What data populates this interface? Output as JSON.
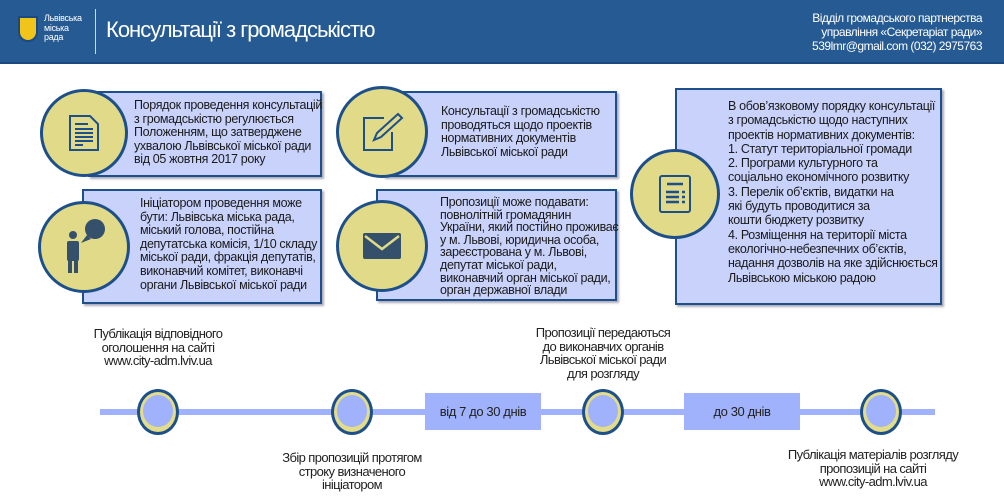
{
  "header": {
    "logo_text": [
      "Львівська",
      "міська",
      "рада"
    ],
    "title": "Консультації з громадськістю",
    "contact": [
      "Відділ громадського партнерства",
      "управління «Секретаріат ради»",
      "539lmr@gmail.com (032) 2975763"
    ]
  },
  "cards": [
    {
      "icon": "document-icon",
      "lines": [
        "Порядок проведення консультацій",
        "з громадськістю регулюється",
        "Положенням, що затверджене",
        "ухвалою Львівської міської ради",
        "від 05 жовтня 2017 року"
      ]
    },
    {
      "icon": "person-speech-icon",
      "lines": [
        "Ініціатором проведення може",
        "бути: Львівська міська рада,",
        "міський голова, постійна",
        "депутатська комісія, 1/10 складу",
        "міської ради, фракція депутатів,",
        "виконавчий комітет, виконавчі",
        "органи Львівської міської ради"
      ]
    },
    {
      "icon": "edit-icon",
      "lines": [
        "Консультації з громадськістю",
        "проводяться щодо проектів",
        "нормативних документів",
        "Львівської міської ради"
      ]
    },
    {
      "icon": "envelope-icon",
      "lines": [
        "Пропозиції може подавати:",
        "повнолітній громадянин",
        "України, який постійно проживає",
        "у м. Львові, юридична особа,",
        "зареєстрована у м. Львові,",
        "депутат міської ради,",
        "виконавчий орган міської ради,",
        "орган державної влади"
      ]
    },
    {
      "icon": "list-icon",
      "lines": [
        "В обов’язковому порядку консультації",
        "з громадськістю щодо наступних",
        "проектів нормативних документів:",
        "1. Статут територіальної громади",
        "2. Програми культурного та",
        " соціально економічного розвитку",
        "3. Перелік об’єктів, видатки на",
        "які будуть проводитися за",
        "кошти бюджету розвитку",
        "4. Розміщення на території міста",
        "екологічно-небезпечних об’єктів,",
        "надання дозволів на яке здійснюється",
        "Львівською міською радою"
      ]
    }
  ],
  "timeline": {
    "steps": [
      {
        "lines": [
          "Публікація відповідного",
          "оголошення на сайті",
          "www.city-adm.lviv.ua"
        ]
      },
      {
        "lines": [
          "Збір пропозицій протягом",
          "строку визначеного",
          "ініціатором"
        ]
      },
      {
        "lines": [
          "Пропозиції передаються",
          "до виконавчих органів",
          "Львівської міської ради",
          "для розгляду"
        ]
      },
      {
        "lines": [
          "Публікація матеріалів розгляду",
          "пропозицій на сайті",
          "www.city-adm.lviv.ua"
        ]
      }
    ],
    "durations": [
      "від 7 до 30 днів",
      "до 30 днів"
    ]
  },
  "colors": {
    "header": "#265a93",
    "card": "#c8d2fb",
    "circle": "#e0da89",
    "border": "#1d4f8a",
    "timeline": "#9fb2fb"
  }
}
